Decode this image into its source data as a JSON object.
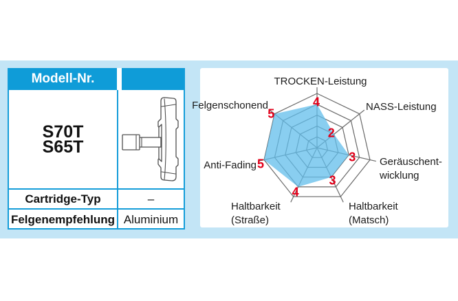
{
  "table": {
    "header": {
      "col1": "Modell-Nr.",
      "col2": ""
    },
    "model_numbers": [
      "S70T",
      "S65T"
    ],
    "product_image": "v-brake-pad-side-view-drawing",
    "rows": [
      {
        "label": "Cartridge-Typ",
        "value": "–"
      },
      {
        "label": "Felgenempfehlung",
        "value": "Aluminium"
      }
    ]
  },
  "chart_data": {
    "type": "radar",
    "rings": 5,
    "max": 5,
    "axes": [
      {
        "label_lines": [
          "TROCKEN-Leistung"
        ],
        "value": 4
      },
      {
        "label_lines": [
          "NASS-Leistung"
        ],
        "value": 2
      },
      {
        "label_lines": [
          "Geräuschent-",
          "wicklung"
        ],
        "value": 3
      },
      {
        "label_lines": [
          "Haltbarkeit",
          "(Matsch)"
        ],
        "value": 3
      },
      {
        "label_lines": [
          "Haltbarkeit",
          "(Straße)"
        ],
        "value": 4
      },
      {
        "label_lines": [
          "Anti-Fading"
        ],
        "value": 5
      },
      {
        "label_lines": [
          "Felgenschonend"
        ],
        "value": 5
      }
    ],
    "grid_color": "#6a6a6a",
    "fill_color": "#61beeb",
    "fill_opacity": 0.75,
    "value_label_color": "#e2001a",
    "legend_position": "none",
    "grid": true
  },
  "colors": {
    "band_blue": "#c3e5f6",
    "header_blue": "#0f9cd8",
    "table_border_blue": "#149dd9",
    "panel_white": "#ffffff"
  }
}
